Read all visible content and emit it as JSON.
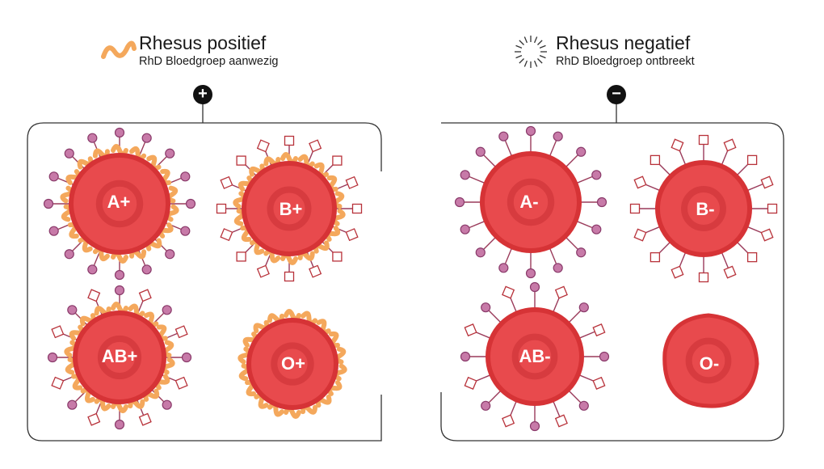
{
  "positive": {
    "title": "Rhesus positief",
    "subtitle": "RhD Bloedgroep aanwezig",
    "sign": "+",
    "icon": "wavy-protein-icon",
    "cells": [
      {
        "label": "A+",
        "antigens": "A",
        "rhd": true
      },
      {
        "label": "B+",
        "antigens": "B",
        "rhd": true
      },
      {
        "label": "AB+",
        "antigens": "AB",
        "rhd": true
      },
      {
        "label": "O+",
        "antigens": "O",
        "rhd": true
      }
    ]
  },
  "negative": {
    "title": "Rhesus negatief",
    "subtitle": "RhD Bloedgroep ontbreekt",
    "sign": "−",
    "icon": "dashed-burst-icon",
    "cells": [
      {
        "label": "A-",
        "antigens": "A",
        "rhd": false
      },
      {
        "label": "B-",
        "antigens": "B",
        "rhd": false
      },
      {
        "label": "AB-",
        "antigens": "AB",
        "rhd": false
      },
      {
        "label": "O-",
        "antigens": "O",
        "rhd": false
      }
    ]
  },
  "colors": {
    "cell_outer": "#d63336",
    "cell_fill": "#e84a4d",
    "cell_inner": "#c83034",
    "rhd_protein": "#f4a85c",
    "antigen_a_fill": "#c77aa8",
    "antigen_b_stroke": "#b8323a",
    "panel_border": "#333333"
  }
}
